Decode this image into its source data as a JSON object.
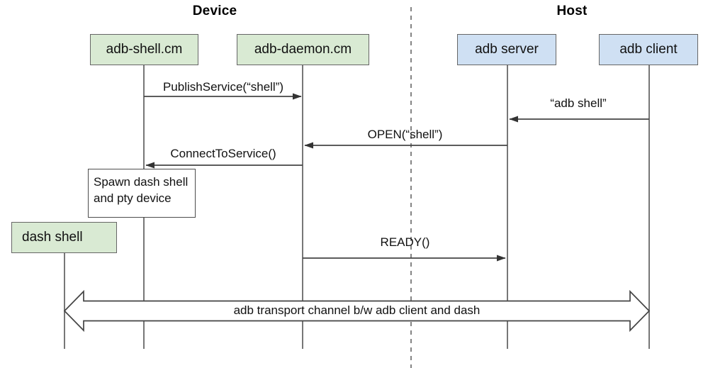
{
  "diagram": {
    "title_device": "Device",
    "title_host": "Host",
    "colors": {
      "device_fill": "#d9ead3",
      "host_fill": "#cfe0f3",
      "box_stroke": "#666666",
      "line": "#444444",
      "note_stroke": "#4d4d4d",
      "background": "#ffffff"
    },
    "participants": [
      {
        "id": "adb-shell-cm",
        "label": "adb-shell.cm",
        "side": "device"
      },
      {
        "id": "adb-daemon-cm",
        "label": "adb-daemon.cm",
        "side": "device"
      },
      {
        "id": "adb-server",
        "label": "adb server",
        "side": "host"
      },
      {
        "id": "adb-client",
        "label": "adb client",
        "side": "host"
      },
      {
        "id": "dash-shell",
        "label": "dash shell",
        "side": "device"
      }
    ],
    "notes": [
      {
        "id": "spawn-note",
        "line1": "Spawn dash shell",
        "line2": "and pty device"
      }
    ],
    "messages": [
      {
        "id": "publish-service",
        "label": "PublishService(“shell”)",
        "from": "adb-shell-cm",
        "to": "adb-daemon-cm",
        "direction": "right"
      },
      {
        "id": "adb-shell-command",
        "label": "“adb shell”",
        "from": "adb-client",
        "to": "adb-server",
        "direction": "left"
      },
      {
        "id": "open-shell",
        "label": "OPEN(“shell”)",
        "from": "adb-server",
        "to": "adb-daemon-cm",
        "direction": "left"
      },
      {
        "id": "connect-to-service",
        "label": "ConnectToService()",
        "from": "adb-daemon-cm",
        "to": "adb-shell-cm",
        "direction": "left"
      },
      {
        "id": "ready",
        "label": "READY()",
        "from": "adb-daemon-cm",
        "to": "adb-server",
        "direction": "right"
      }
    ],
    "channel": {
      "id": "adb-transport-channel",
      "label": "adb transport channel b/w adb client and dash",
      "from": "dash-shell",
      "to": "adb-client",
      "direction": "both"
    }
  }
}
